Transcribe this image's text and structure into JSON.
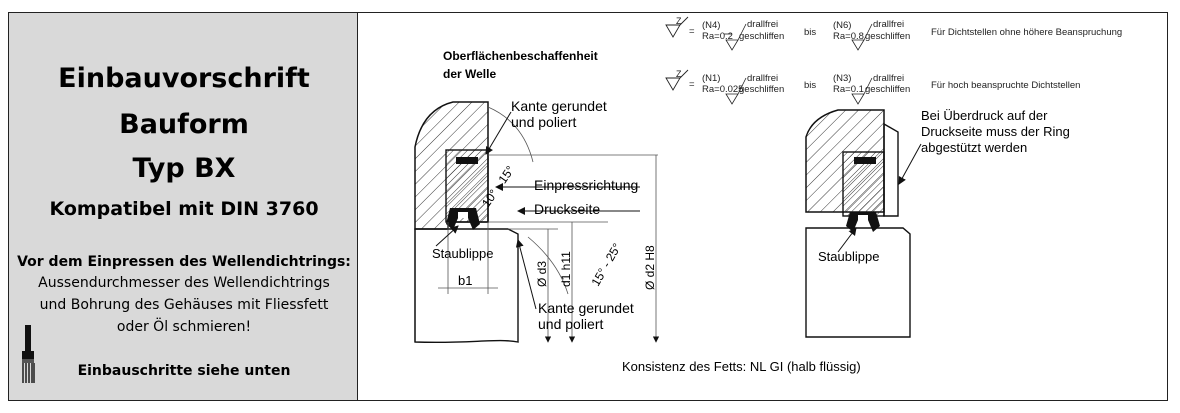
{
  "left_panel": {
    "title_line1": "Einbauvorschrift",
    "title_line2": "Bauform",
    "title_line3": "Typ BX",
    "subtitle": "Kompatibel mit DIN 3760",
    "instruction_heading": "Vor dem Einpressen des Wellendichtrings:",
    "instruction_line1": "Aussendurchmesser des Wellendichtrings",
    "instruction_line2": "und Bohrung des Gehäuses mit Fliessfett",
    "instruction_line3": "oder Öl schmieren!",
    "steps_note": "Einbauschritte siehe unten",
    "icon": "paint-brush-icon"
  },
  "drawing": {
    "surface_heading_line1": "Oberflächenbeschaffenheit",
    "surface_heading_line2": "der Welle",
    "legend_rows": [
      {
        "z": "Z",
        "eq": "=",
        "low_class": "(N4)",
        "low_ra": "Ra=0.2",
        "low_frac_top": "drallfrei",
        "low_frac_bottom": "geschliffen",
        "bis": "bis",
        "high_class": "(N6)",
        "high_ra": "Ra=0.8",
        "high_frac_top": "drallfrei",
        "high_frac_bottom": "geschliffen",
        "note": "Für Dichtstellen ohne höhere Beanspruchung"
      },
      {
        "z": "Z",
        "eq": "=",
        "low_class": "(N1)",
        "low_ra": "Ra=0.025",
        "low_frac_top": "drallfrei",
        "low_frac_bottom": "geschliffen",
        "bis": "bis",
        "high_class": "(N3)",
        "high_ra": "Ra=0.1",
        "high_frac_top": "drallfrei",
        "high_frac_bottom": "geschliffen",
        "note": "Für hoch beanspruchte Dichtstellen"
      }
    ],
    "labels": {
      "edge_top_line1": "Kante gerundet",
      "edge_top_line2": "und poliert",
      "press_direction": "Einpressrichtung",
      "pressure_side": "Druckseite",
      "dust_lip": "Staublippe",
      "edge_bottom_line1": "Kante gerundet",
      "edge_bottom_line2": "und poliert",
      "b1": "b1",
      "d3": "Ø d3",
      "d1": "d1 h11",
      "d2": "Ø d2 H8",
      "angle_top": "10° - 15°",
      "angle_bottom": "15° - 25°",
      "overpressure_line1": "Bei Überdruck auf der",
      "overpressure_line2": "Druckseite muss der Ring",
      "overpressure_line3": "abgestützt werden",
      "dust_lip_right": "Staublippe"
    },
    "grease_note": "Konsistenz des Fetts: NL GI (halb flüssig)"
  }
}
